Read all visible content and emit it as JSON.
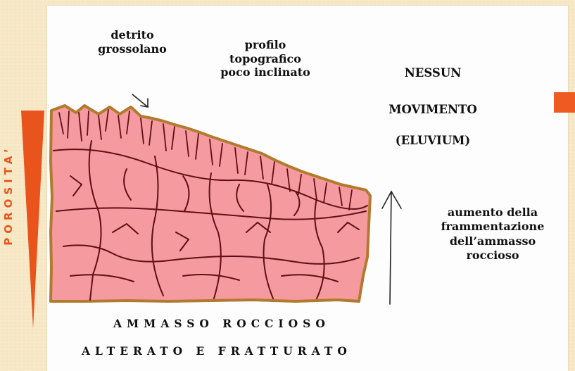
{
  "labels": {
    "detrito": "detrito\ngrossolano",
    "profilo": "profilo\ntopografico\npoco inclinato",
    "nessun": "NESSUN",
    "movimento": "MOVIMENTO",
    "eluvium": "(ELUVIUM)",
    "aumento": "aumento della\nframmentazione\ndell’ammasso\nroccioso",
    "porosita": "POROSITA’",
    "title_line1": "AMMASSO ROCCIOSO",
    "title_line2": "ALTERATO E FRATTURATO"
  },
  "colors": {
    "rock_fill": "#f59a9f",
    "rock_outline": "#b27a2e",
    "fracture": "#5e0f16",
    "porosity_triangle": "#e8541c",
    "accent_square": "#ef5a22"
  }
}
